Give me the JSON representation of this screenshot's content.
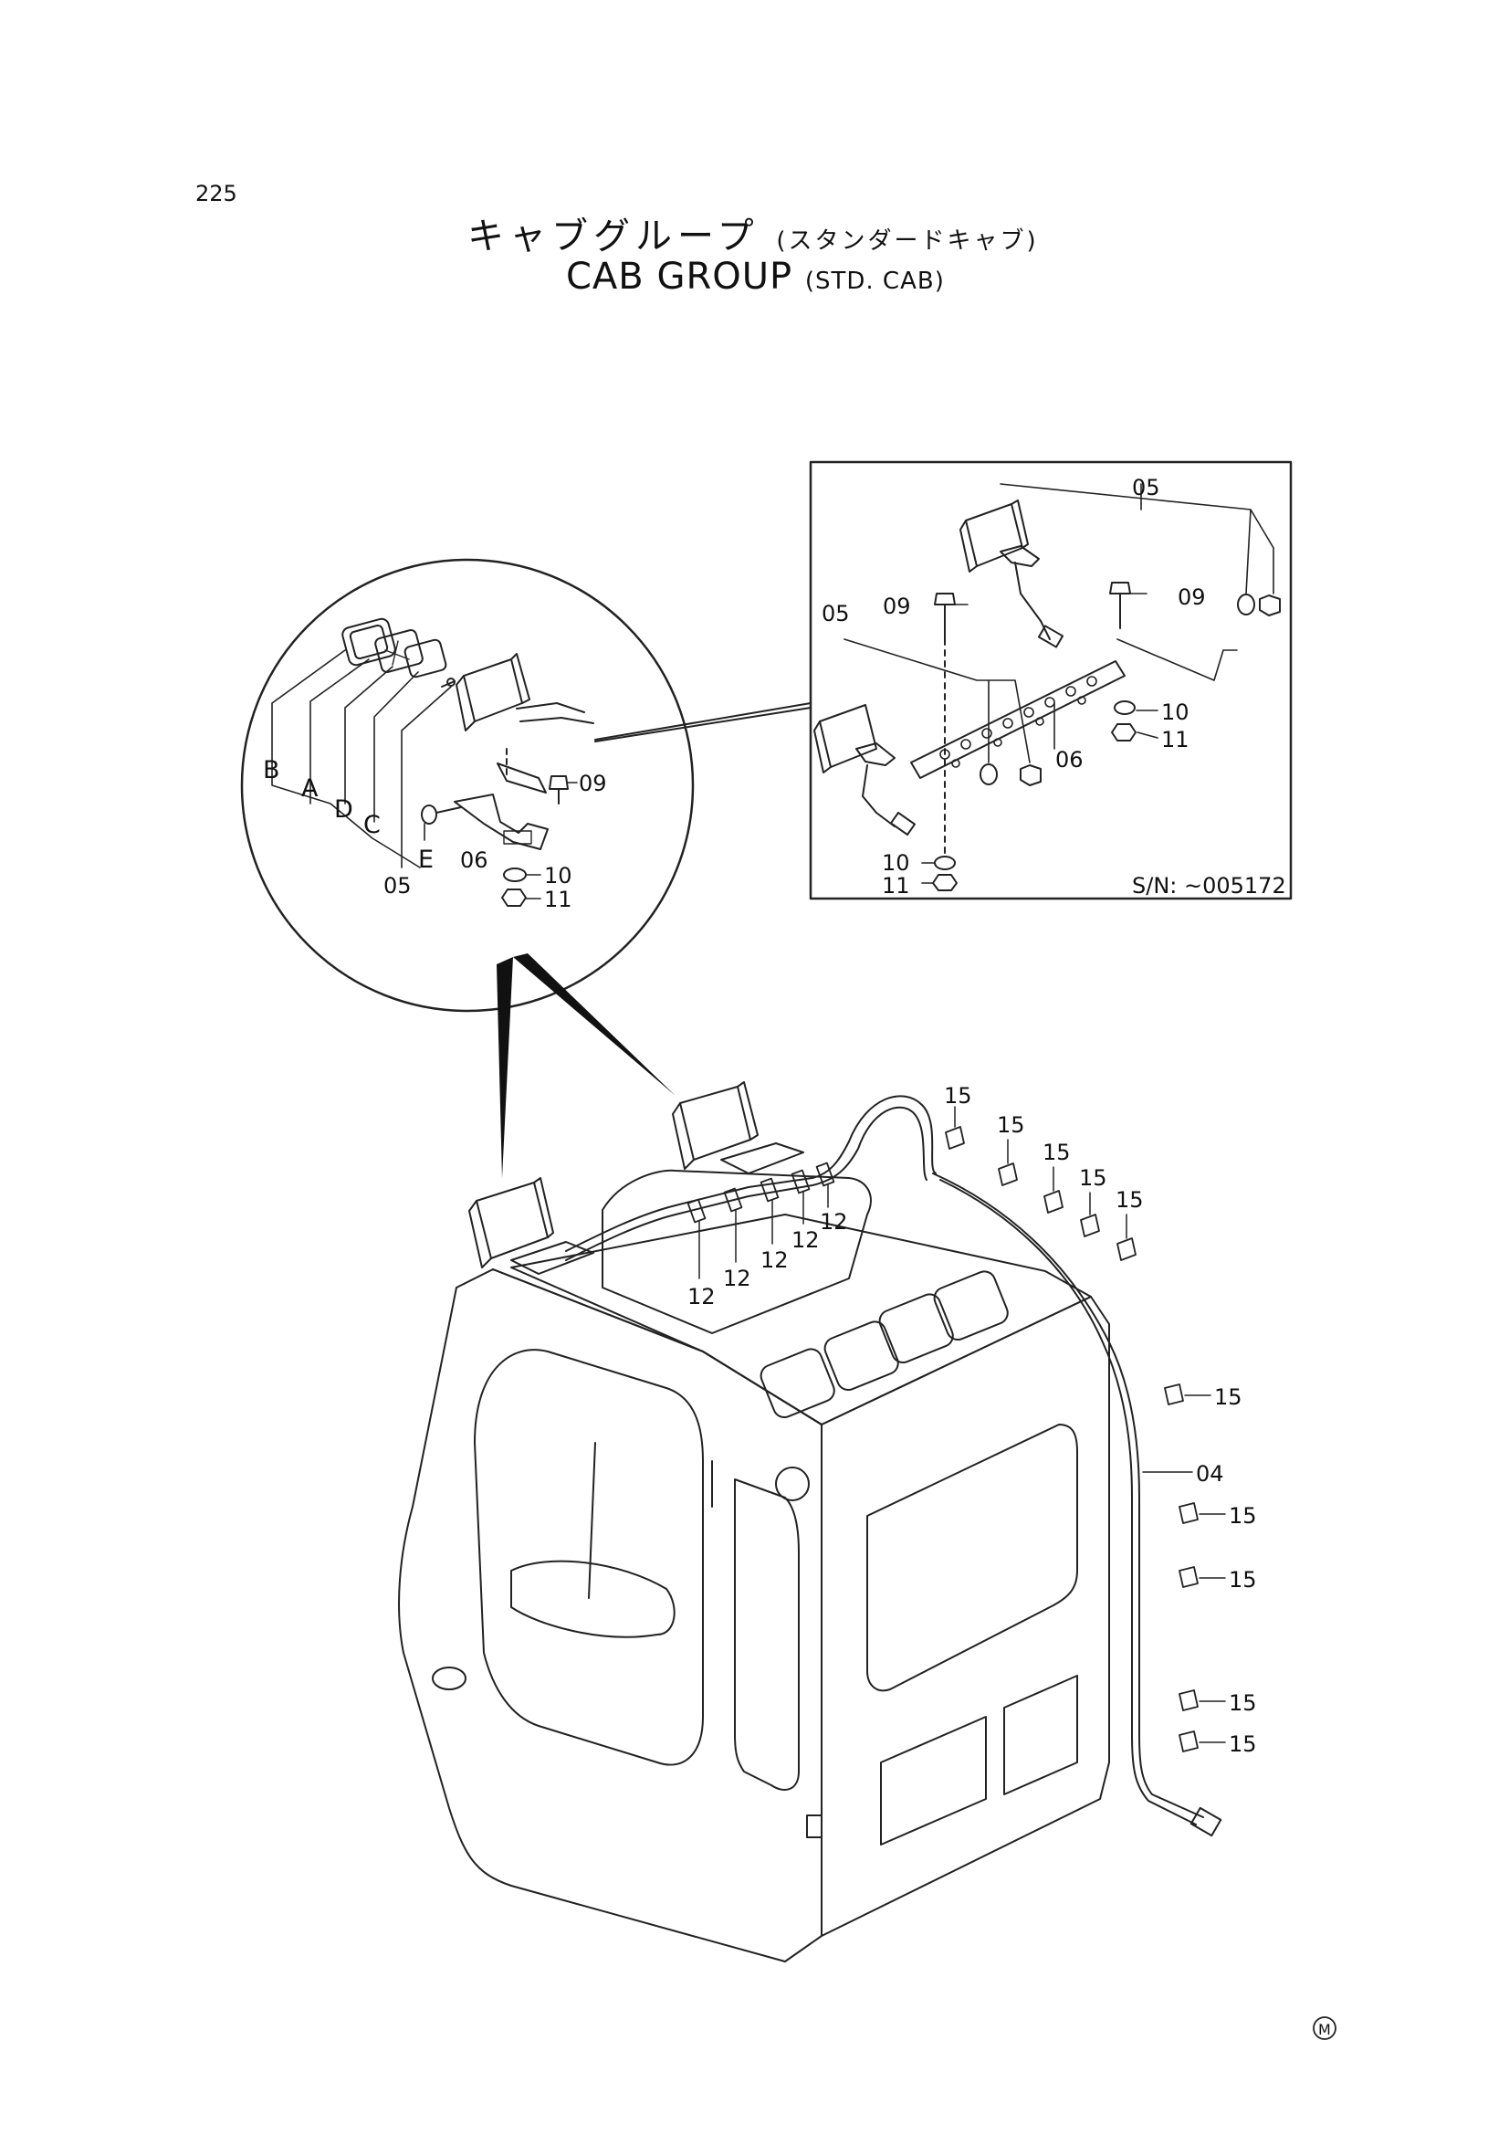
{
  "page_number": "225",
  "title": {
    "japanese": "キャブグループ",
    "japanese_sub": "(スタンダードキャブ)",
    "english": "CAB GROUP",
    "english_sub": "(STD. CAB)"
  },
  "inset": {
    "callouts": {
      "upper_lamp": "05",
      "left_lamp": "05",
      "bolt_a": "09",
      "bolt_b": "09",
      "bracket": "06",
      "washer": "10",
      "nut": "11",
      "washer_low": "10",
      "nut_low": "11"
    },
    "serial_note": "S/N:  ~005172"
  },
  "circle_detail": {
    "callouts": {
      "B": "B",
      "A": "A",
      "D": "D",
      "C": "C",
      "E": "E",
      "lamp": "05",
      "bracket": "06",
      "bolt": "09",
      "washer": "10",
      "nut": "11"
    }
  },
  "main": {
    "clamps_12": [
      "12",
      "12",
      "12",
      "12",
      "12"
    ],
    "clips_15_top": [
      "15",
      "15",
      "15",
      "15",
      "15"
    ],
    "clips_15_side": [
      "15",
      "15",
      "15",
      "15",
      "15"
    ],
    "harness": "04"
  },
  "mark": "M"
}
